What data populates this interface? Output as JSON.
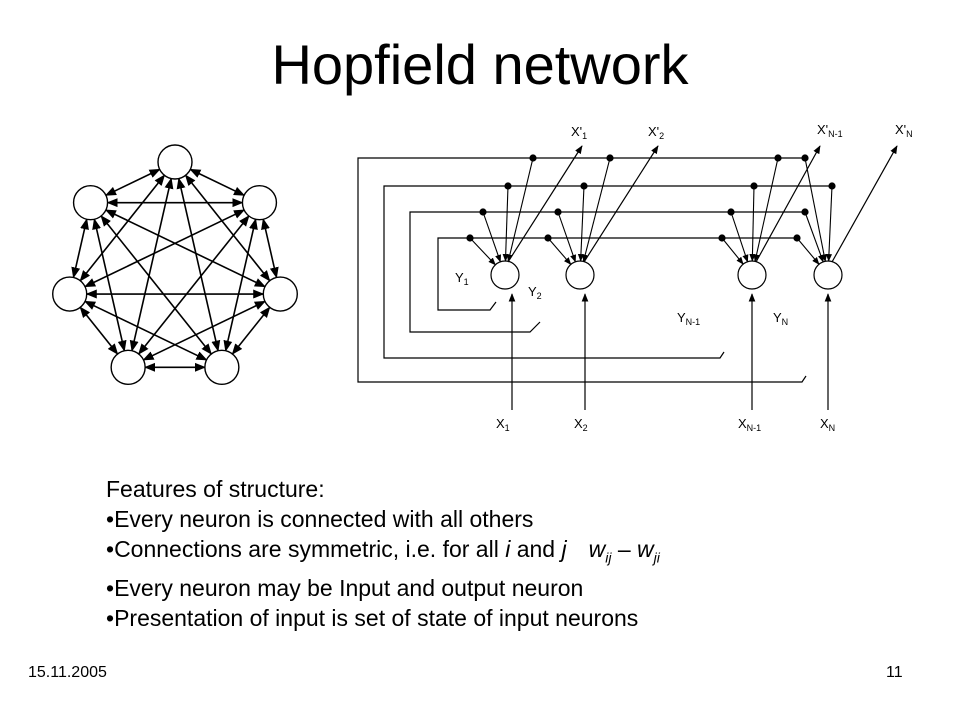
{
  "slide": {
    "title": "Hopfield network",
    "date": "15.11.2005",
    "page_number": "11"
  },
  "features": {
    "heading": "Features of structure:",
    "bullet": "•",
    "item1": "Every neuron is connected with all others",
    "item2_prefix": "Connections are symmetric, i.e. for all ",
    "item2_i": "i",
    "item2_and": " and ",
    "item2_j": "j",
    "formula_w1": "w",
    "formula_sub1": "ij",
    "formula_dash": " – ",
    "formula_w2": "w",
    "formula_sub2": "ji",
    "item3": "Every neuron may be Input and output neuron",
    "item4": "Presentation of input is set of state of input neurons"
  },
  "diagram": {
    "outputs": [
      {
        "base": "X'",
        "sub": "1"
      },
      {
        "base": "X'",
        "sub": "2"
      },
      {
        "base": "X'",
        "sub": "N-1"
      },
      {
        "base": "X'",
        "sub": "N"
      }
    ],
    "inputs": [
      {
        "base": "X",
        "sub": "1"
      },
      {
        "base": "X",
        "sub": "2"
      },
      {
        "base": "X",
        "sub": "N-1"
      },
      {
        "base": "X",
        "sub": "N"
      }
    ],
    "feedback": [
      {
        "base": "Y",
        "sub": "1"
      },
      {
        "base": "Y",
        "sub": "2"
      },
      {
        "base": "Y",
        "sub": "N-1"
      },
      {
        "base": "Y",
        "sub": "N"
      }
    ]
  }
}
